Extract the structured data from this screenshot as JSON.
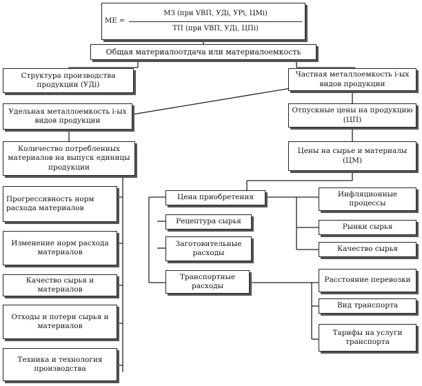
{
  "formula": {
    "lhs": "МЕ =",
    "numerator": "МЗ (при VВП, УДi, УРi, ЦМi)",
    "denominator": "ТП (при VВП, УДi, ЦПi)"
  },
  "top": "Общая материалоотдача или материалоемкость",
  "structure": "Структура производства продукции (УДi)",
  "partial_metal": "Частная металлоемкость i-ых видов продукции",
  "specific_metal": "Удельная металлоемкость i-ых видов продукции",
  "sale_prices": "Отпускные цены на продукцию (ЦП)",
  "consumed": "Количество потребленных материалов на выпуск единицы продукции",
  "raw_prices": "Цены на сырье и материалы (ЦМ)",
  "left_factors": [
    "Прогрессивность норм расхода материалов",
    "Изменение норм расхода материалов",
    "Качество сырья и материалов",
    "Отходы и потери сырья и материалов",
    "Техника и технология производства"
  ],
  "mid_factors": [
    "Цена приобретения",
    "Рецептура сырья",
    "Заготовительные расходы",
    "Транспортные расходы"
  ],
  "right_factors": [
    "Инфляционные процессы",
    "Рынки сырья",
    "Качество сырья",
    "Расстояние перевозки",
    "Вид транспорта",
    "Тарифы на услуги транспорта"
  ]
}
